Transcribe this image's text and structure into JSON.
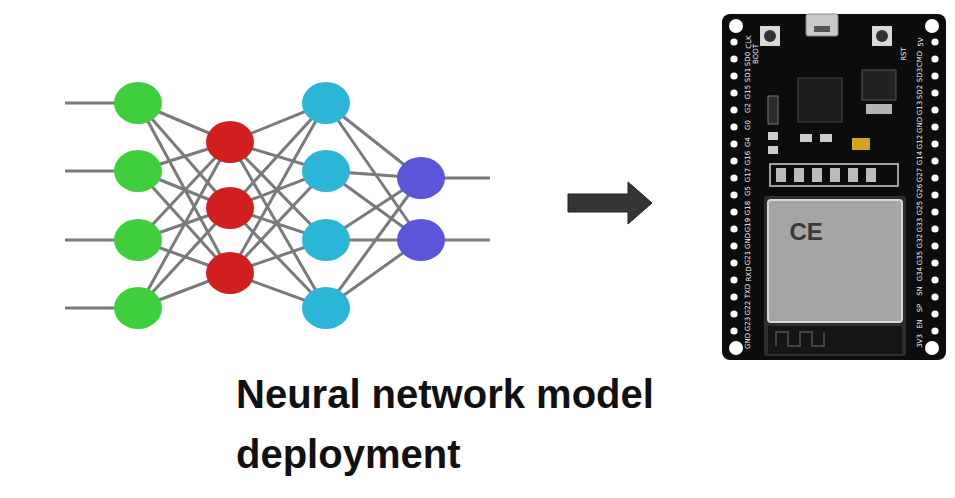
{
  "diagram": {
    "title": "Neural network model deployment",
    "labels": [
      "BOOT",
      "RST",
      "CLK",
      "SD0",
      "SD1",
      "G15",
      "G2",
      "G0",
      "G4",
      "G16",
      "G17",
      "G5",
      "G18",
      "G19",
      "GND",
      "G21",
      "RXD",
      "TXD",
      "G22",
      "G23",
      "GND",
      "5V",
      "CMD",
      "SD3",
      "SD2",
      "G13",
      "GND",
      "G12",
      "G14",
      "G27",
      "G26",
      "G25",
      "G33",
      "G32",
      "G35",
      "G34",
      "SN",
      "SP",
      "EN",
      "3V3",
      "CE"
    ]
  }
}
